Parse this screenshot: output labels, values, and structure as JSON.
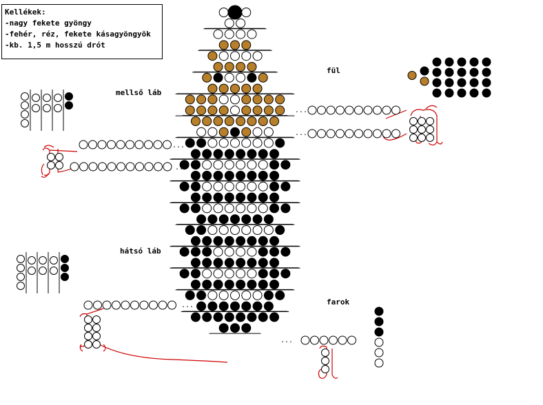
{
  "legend": {
    "title": "Kellékek:",
    "items": [
      "-nagy fekete gyöngy",
      "-fehér, réz, fekete kásagyöngyök",
      "-kb. 1,5 m hosszú drót"
    ]
  },
  "labels": {
    "fore_leg": "mellső láb",
    "ear": "fül",
    "hind_leg": "hátsó láb",
    "tail": "farok"
  },
  "colors": {
    "white_bead": "#ffffff",
    "black_bead": "#000000",
    "copper_bead": "#b87f2a",
    "wire": "#cc0000",
    "outline": "#000000"
  },
  "body_rows": [
    "wBw",
    "ww",
    "wwww",
    "ccc",
    "cwwww",
    "cccc",
    "cbwwbc",
    "ccccc",
    "cccwwcccc",
    "ccccwcccc",
    "cccccccc",
    "wwcbcww",
    "bbwwwwwwb",
    "bbbbbbbb",
    "bbwwwwwwbb",
    "bbbbbbbb",
    "bbwwwwwwbb",
    "bbbbbbbb",
    "bbwwwwwwbb",
    "bbbbbbb",
    "bbwwwwwwb",
    "bbbbbbbb",
    "bbbwwwwbbb",
    "bbbbbbbb",
    "bbwwwwwbbb",
    "bbbbbbbb",
    "bbwwwwwbb",
    "bbbbbbb",
    "bbbbbbbb",
    "bbb"
  ],
  "fore_leg_pattern": {
    "columns": [
      "wwww",
      "ww",
      "ww",
      "ww",
      "bb"
    ]
  },
  "hind_leg_pattern": {
    "columns": [
      "wwww",
      "ww",
      "ww",
      "ww",
      "bbb"
    ]
  },
  "ear_pattern": {
    "columns": [
      "c",
      "bc",
      "bbbb",
      "bbbb",
      "bbbb",
      "bbbb",
      "bbbb"
    ]
  },
  "tail_column": "bbbwww",
  "continuation_marks": "..."
}
